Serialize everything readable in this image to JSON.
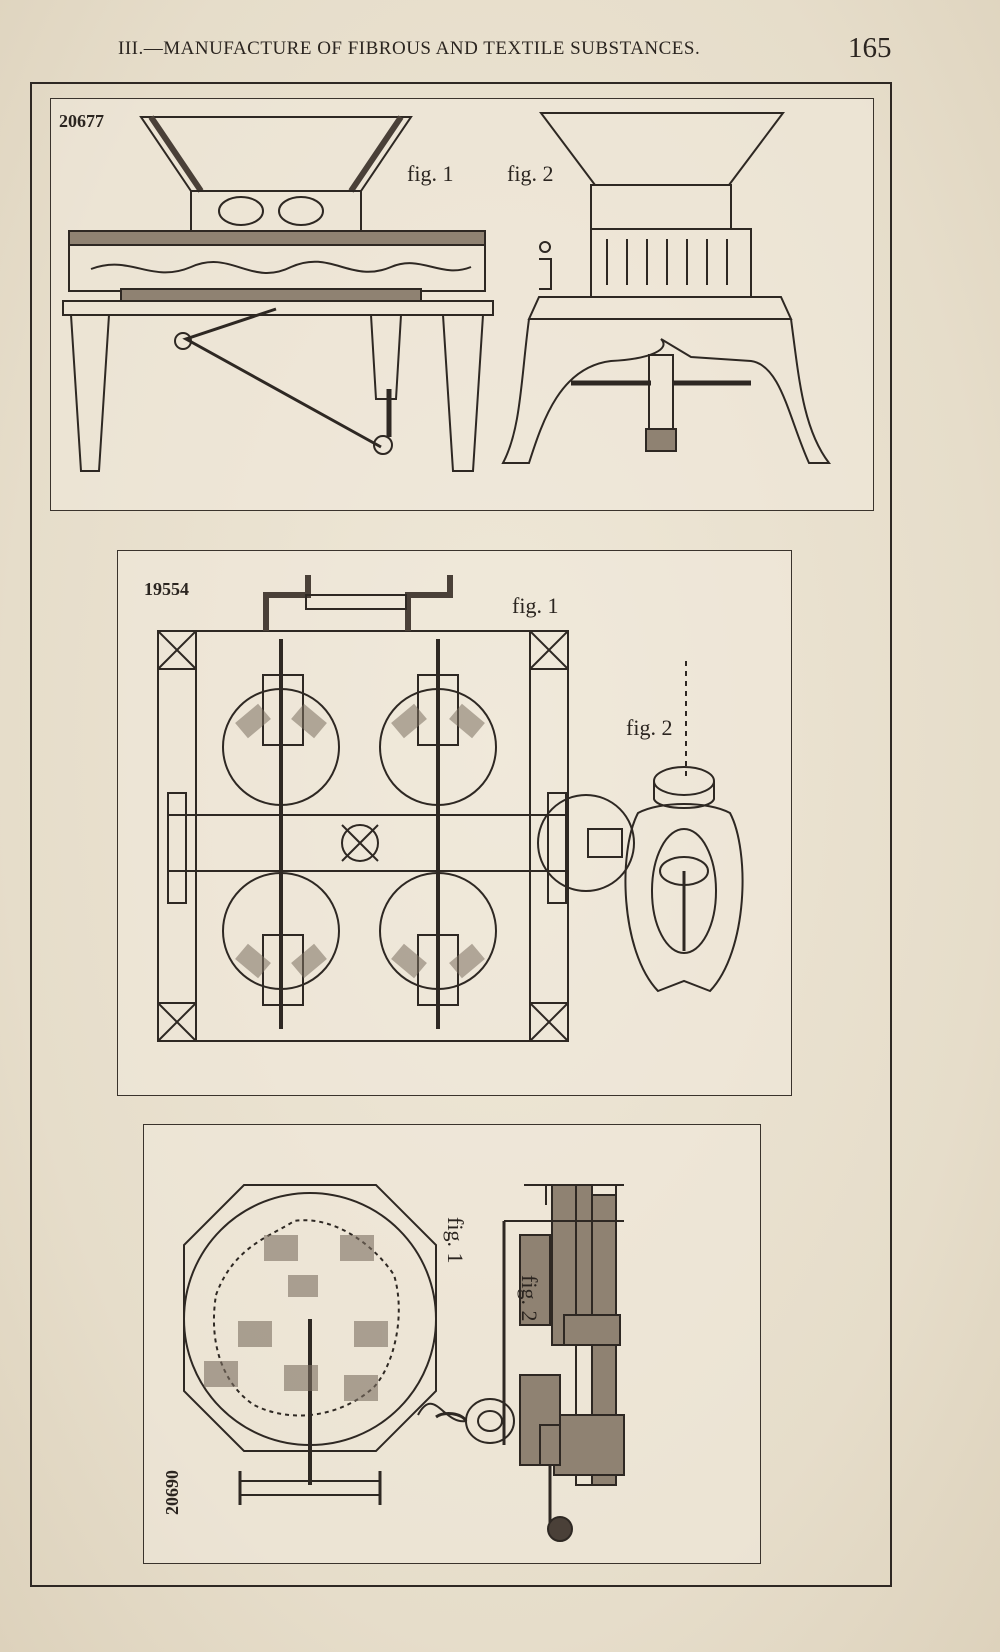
{
  "header": {
    "running_head": "III.—MANUFACTURE OF FIBROUS AND TEXTILE SUBSTANCES.",
    "page_number": "165"
  },
  "plates": [
    {
      "patent_number": "20677",
      "figures": [
        "fig. 1",
        "fig. 2"
      ]
    },
    {
      "patent_number": "19554",
      "figures": [
        "fig. 1",
        "fig. 2"
      ]
    },
    {
      "patent_number": "20690",
      "figures": [
        "fig. 1",
        "fig. 2"
      ]
    }
  ]
}
